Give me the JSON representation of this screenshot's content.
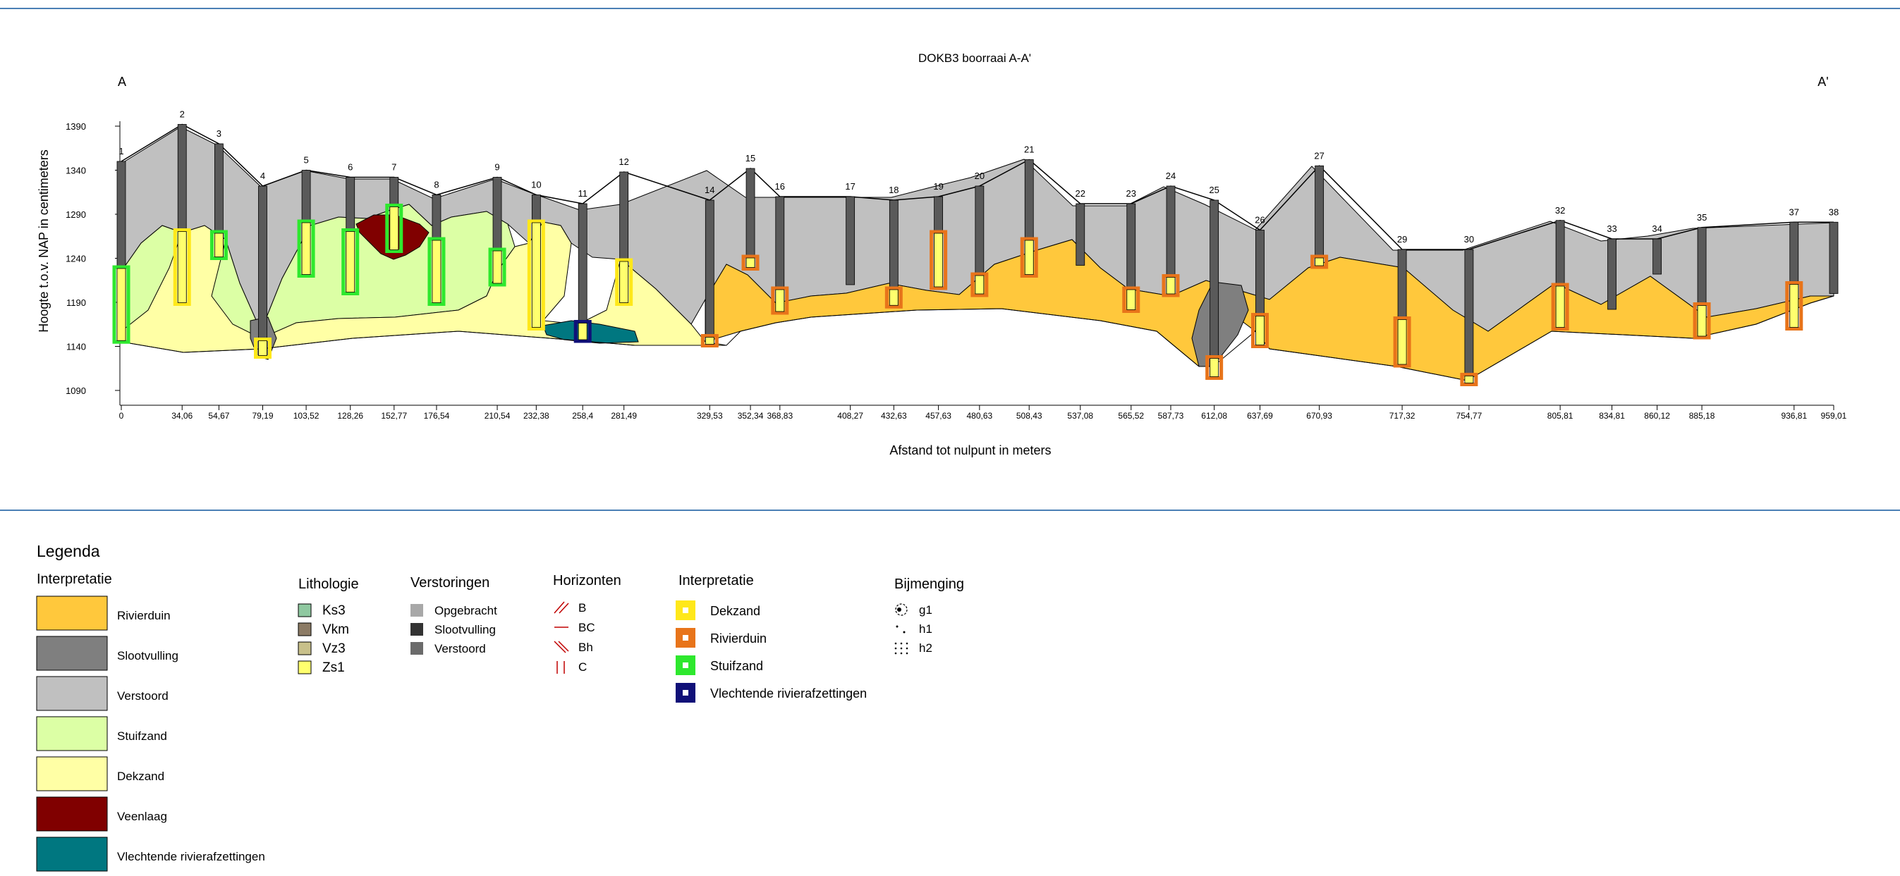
{
  "title": "DOKB3 boorraai A-A'",
  "start_label": "A",
  "end_label": "A'",
  "ylabel": "Hoogte t.o.v. NAP in centimeters",
  "xlabel": "Afstand tot nulpunt in meters",
  "y_ticks": [
    "1390",
    "1340",
    "1290",
    "1240",
    "1190",
    "1140",
    "1090"
  ],
  "x_ticks": [
    "0",
    "34,06",
    "54,67",
    "79,19",
    "103,52",
    "128,26",
    "152,77",
    "176,54",
    "210,54",
    "232,38",
    "258,4",
    "281,49",
    "329,53",
    "352,34",
    "368,83",
    "408,27",
    "432,63",
    "457,63",
    "480,63",
    "508,43",
    "537,08",
    "565,52",
    "587,73",
    "612,08",
    "637,69",
    "670,93",
    "717,32",
    "754,77",
    "805,81",
    "834,81",
    "860,12",
    "885,18",
    "936,81",
    "959,01"
  ],
  "borehole_numbers": [
    "1",
    "2",
    "3",
    "4",
    "5",
    "6",
    "7",
    "8",
    "9",
    "10",
    "11",
    "12",
    "14",
    "15",
    "16",
    "17",
    "18",
    "19",
    "20",
    "21",
    "22",
    "23",
    "24",
    "25",
    "26",
    "27",
    "29",
    "30",
    "32",
    "33",
    "34",
    "35",
    "37",
    "38"
  ],
  "colors": {
    "rivierduin": "#ffc83c",
    "slootvulling": "#7f7f7f",
    "verstoord": "#c0c0c0",
    "stuifzand": "#dcffa5",
    "dekzand": "#ffffa5",
    "veenlaag": "#800000",
    "vlechtend": "#007780",
    "bore_dark": "#5a5a5a",
    "frame": "#4a7fb5"
  },
  "chart_data": {
    "type": "cross-section",
    "title": "DOKB3 boorraai A-A'",
    "xlabel": "Afstand tot nulpunt in meters",
    "ylabel": "Hoogte t.o.v. NAP in centimeters",
    "ylim": [
      1080,
      1400
    ],
    "xlim": [
      0,
      959.01
    ],
    "boreholes": [
      {
        "n": "1",
        "x": 0,
        "top": 1350,
        "bottom": 1145,
        "interp": "Stuifzand",
        "itop": 1230
      },
      {
        "n": "2",
        "x": 34.06,
        "top": 1392,
        "bottom": 1188,
        "interp": "Dekzand",
        "itop": 1272
      },
      {
        "n": "3",
        "x": 54.67,
        "top": 1370,
        "bottom": 1240,
        "interp": "Stuifzand",
        "itop": 1270
      },
      {
        "n": "4",
        "x": 79.19,
        "top": 1322,
        "bottom": 1128,
        "interp": "Dekzand",
        "itop": 1148
      },
      {
        "n": "5",
        "x": 103.52,
        "top": 1340,
        "bottom": 1220,
        "interp": "Stuifzand",
        "itop": 1282
      },
      {
        "n": "6",
        "x": 128.26,
        "top": 1332,
        "bottom": 1200,
        "interp": "Stuifzand",
        "itop": 1272
      },
      {
        "n": "7",
        "x": 152.77,
        "top": 1332,
        "bottom": 1248,
        "interp": "Stuifzand",
        "itop": 1300
      },
      {
        "n": "8",
        "x": 176.54,
        "top": 1312,
        "bottom": 1188,
        "interp": "Stuifzand",
        "itop": 1262
      },
      {
        "n": "9",
        "x": 210.54,
        "top": 1332,
        "bottom": 1210,
        "interp": "Stuifzand",
        "itop": 1250
      },
      {
        "n": "10",
        "x": 232.38,
        "top": 1312,
        "bottom": 1160,
        "interp": "Dekzand",
        "itop": 1282
      },
      {
        "n": "11",
        "x": 258.4,
        "top": 1302,
        "bottom": 1146,
        "interp": "Vlechtende rivierafzettingen",
        "itop": 1168
      },
      {
        "n": "12",
        "x": 281.49,
        "top": 1338,
        "bottom": 1188,
        "interp": "Dekzand",
        "itop": 1238
      },
      {
        "n": "14",
        "x": 329.53,
        "top": 1306,
        "bottom": 1146,
        "interp": "Rivierduin",
        "itop": 1152
      },
      {
        "n": "15",
        "x": 352.34,
        "top": 1342,
        "bottom": 1228,
        "interp": "Rivierduin",
        "itop": 1242
      },
      {
        "n": "16",
        "x": 368.83,
        "top": 1310,
        "bottom": 1178,
        "interp": "Rivierduin",
        "itop": 1206
      },
      {
        "n": "17",
        "x": 408.27,
        "top": 1310,
        "bottom": 1210,
        "interp": "",
        "itop": null
      },
      {
        "n": "18",
        "x": 432.63,
        "top": 1306,
        "bottom": 1185,
        "interp": "Rivierduin",
        "itop": 1206
      },
      {
        "n": "19",
        "x": 457.63,
        "top": 1310,
        "bottom": 1206,
        "interp": "Rivierduin",
        "itop": 1270
      },
      {
        "n": "20",
        "x": 480.63,
        "top": 1322,
        "bottom": 1198,
        "interp": "Rivierduin",
        "itop": 1222
      },
      {
        "n": "21",
        "x": 508.43,
        "top": 1352,
        "bottom": 1220,
        "interp": "Rivierduin",
        "itop": 1262
      },
      {
        "n": "22",
        "x": 537.08,
        "top": 1302,
        "bottom": 1232,
        "interp": "",
        "itop": null
      },
      {
        "n": "23",
        "x": 565.52,
        "top": 1302,
        "bottom": 1180,
        "interp": "Rivierduin",
        "itop": 1206
      },
      {
        "n": "24",
        "x": 587.73,
        "top": 1322,
        "bottom": 1198,
        "interp": "Rivierduin",
        "itop": 1220
      },
      {
        "n": "25",
        "x": 612.08,
        "top": 1306,
        "bottom": 1104,
        "interp": "Rivierduin",
        "itop": 1128
      },
      {
        "n": "26",
        "x": 637.69,
        "top": 1272,
        "bottom": 1140,
        "interp": "Rivierduin",
        "itop": 1176
      },
      {
        "n": "27",
        "x": 670.93,
        "top": 1345,
        "bottom": 1230,
        "interp": "Rivierduin",
        "itop": 1242
      },
      {
        "n": "29",
        "x": 717.32,
        "top": 1250,
        "bottom": 1118,
        "interp": "Rivierduin",
        "itop": 1172
      },
      {
        "n": "30",
        "x": 754.77,
        "top": 1250,
        "bottom": 1098,
        "interp": "Rivierduin",
        "itop": 1108
      },
      {
        "n": "32",
        "x": 805.81,
        "top": 1283,
        "bottom": 1160,
        "interp": "Rivierduin",
        "itop": 1210
      },
      {
        "n": "33",
        "x": 834.81,
        "top": 1262,
        "bottom": 1182,
        "interp": "",
        "itop": null
      },
      {
        "n": "34",
        "x": 860.12,
        "top": 1262,
        "bottom": 1222,
        "interp": "",
        "itop": null
      },
      {
        "n": "35",
        "x": 885.18,
        "top": 1275,
        "bottom": 1150,
        "interp": "Rivierduin",
        "itop": 1188
      },
      {
        "n": "37",
        "x": 936.81,
        "top": 1281,
        "bottom": 1160,
        "interp": "Rivierduin",
        "itop": 1212
      },
      {
        "n": "38",
        "x": 959.01,
        "top": 1281,
        "bottom": 1200,
        "interp": "",
        "itop": null
      }
    ]
  },
  "legend": {
    "title": "Legenda",
    "interp_title": "Interpretatie",
    "interp_items": [
      {
        "label": "Rivierduin",
        "color": "#ffc83c"
      },
      {
        "label": "Slootvulling",
        "color": "#7f7f7f"
      },
      {
        "label": "Verstoord",
        "color": "#c0c0c0"
      },
      {
        "label": "Stuifzand",
        "color": "#dcffa5"
      },
      {
        "label": "Dekzand",
        "color": "#ffffa5"
      },
      {
        "label": "Veenlaag",
        "color": "#800000"
      },
      {
        "label": "Vlechtende rivierafzettingen",
        "color": "#007780"
      }
    ],
    "litho_title": "Lithologie",
    "litho_items": [
      {
        "label": "Ks3",
        "color": "#8fc8a0"
      },
      {
        "label": "Vkm",
        "color": "#8c7b65"
      },
      {
        "label": "Vz3",
        "color": "#c8c08a"
      },
      {
        "label": "Zs1",
        "color": "#ffff6e"
      }
    ],
    "verst_title": "Verstoringen",
    "verst_items": [
      {
        "label": "Opgebracht",
        "color": "#a8a8a8"
      },
      {
        "label": "Slootvulling",
        "color": "#333333"
      },
      {
        "label": "Verstoord",
        "color": "#6b6b6b"
      }
    ],
    "hor_title": "Horizonten",
    "hor_items": [
      {
        "label": "B",
        "glyph": "diag"
      },
      {
        "label": "BC",
        "glyph": "dash"
      },
      {
        "label": "Bh",
        "glyph": "diag2"
      },
      {
        "label": "C",
        "glyph": "vert"
      }
    ],
    "interp2_title": "Interpretatie",
    "interp2_items": [
      {
        "label": "Dekzand",
        "color": "#ffe81a"
      },
      {
        "label": "Rivierduin",
        "color": "#e8741a"
      },
      {
        "label": "Stuifzand",
        "color": "#2ee82e"
      },
      {
        "label": "Vlechtende rivierafzettingen",
        "color": "#101078"
      }
    ],
    "bij_title": "Bijmenging",
    "bij_items": [
      {
        "label": "g1",
        "glyph": "g1"
      },
      {
        "label": "h1",
        "glyph": "h1"
      },
      {
        "label": "h2",
        "glyph": "h2"
      }
    ]
  }
}
